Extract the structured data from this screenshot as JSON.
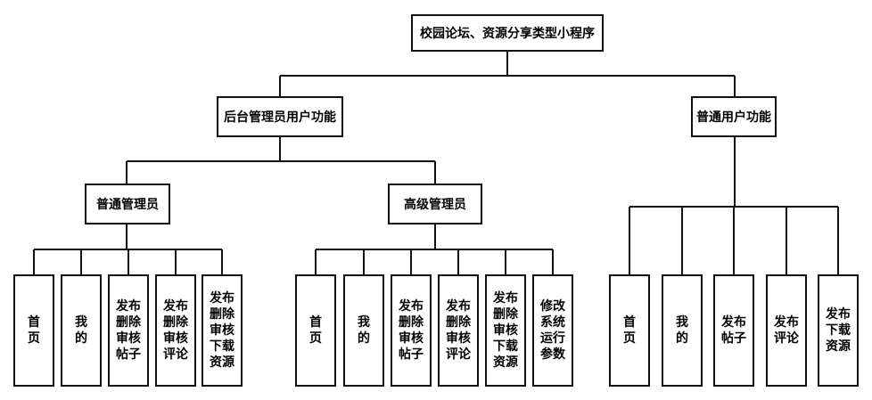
{
  "root": {
    "label": "校园论坛、资源分享类型小程序"
  },
  "admin": {
    "label": "后台管理员用户功能"
  },
  "user": {
    "label": "普通用户功能"
  },
  "normal_admin": {
    "label": "普通管理员",
    "leaves": [
      "首\n页",
      "我\n的",
      "发布\n删除\n审核\n帖子",
      "发布\n删除\n审核\n评论",
      "发布\n删除\n审核\n下载\n资源"
    ]
  },
  "senior_admin": {
    "label": "高级管理员",
    "leaves": [
      "首\n页",
      "我\n的",
      "发布\n删除\n审核\n帖子",
      "发布\n删除\n审核\n评论",
      "发布\n删除\n审核\n下载\n资源",
      "修改\n系统\n运行\n参数"
    ]
  },
  "user_leaves": [
    "首\n页",
    "我\n的",
    "发布\n帖子",
    "发布\n评论",
    "发布\n下载\n资源"
  ]
}
